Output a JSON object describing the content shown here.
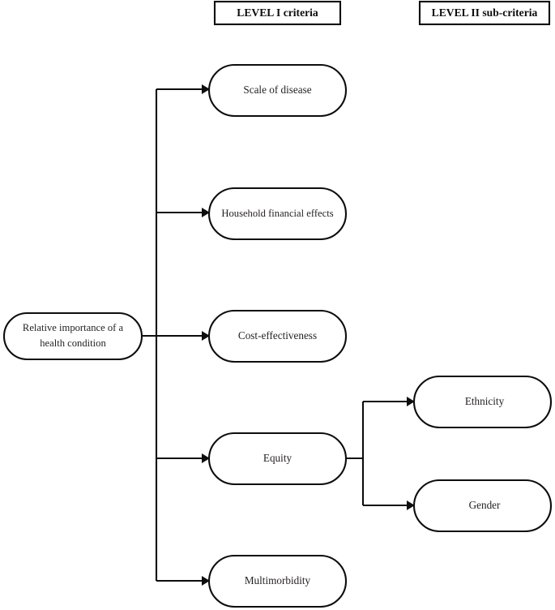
{
  "diagram": {
    "title_columns": [
      {
        "id": "level-1",
        "label": "LEVEL I criteria"
      },
      {
        "id": "level-2",
        "label": "LEVEL II sub-criteria"
      }
    ],
    "root": {
      "id": "root",
      "line1": "Relative importance of a",
      "line2": "health condition"
    },
    "level1_nodes": [
      {
        "id": "scale-of-disease",
        "label": "Scale of disease"
      },
      {
        "id": "household-financial-effects",
        "label": "Household financial effects"
      },
      {
        "id": "cost-effectiveness",
        "label": "Cost-effectiveness"
      },
      {
        "id": "equity",
        "label": "Equity"
      },
      {
        "id": "multimorbidity",
        "label": "Multimorbidity"
      }
    ],
    "level2_nodes": [
      {
        "id": "ethnicity",
        "label": "Ethnicity"
      },
      {
        "id": "gender",
        "label": "Gender"
      }
    ],
    "colors": {
      "stroke": "#0d0d0d",
      "text": "#231f20",
      "background": "#ffffff"
    }
  }
}
